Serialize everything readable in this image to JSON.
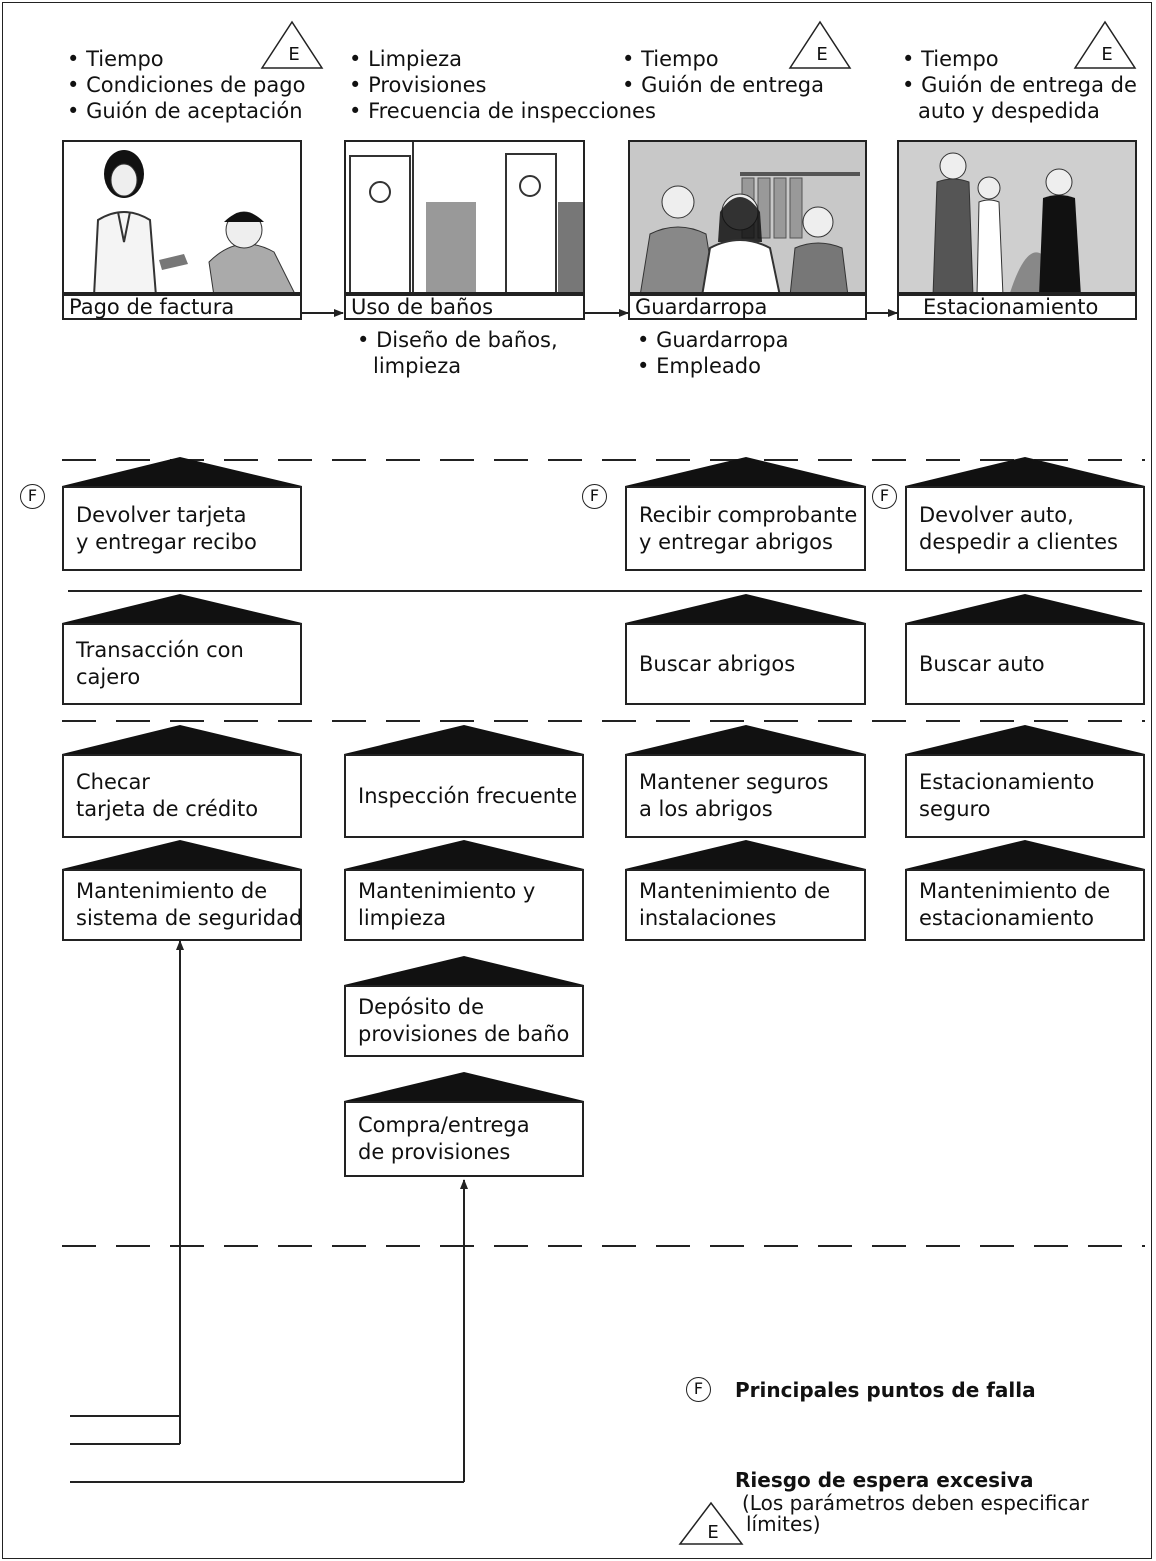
{
  "stages": [
    {
      "bullets": [
        "Tiempo",
        "Condiciones de pago",
        "Guión de aceptación"
      ],
      "caption": "Pago de factura",
      "below": []
    },
    {
      "bullets": [
        "Limpieza",
        "Provisiones",
        "Frecuencia de inspecciones"
      ],
      "caption": "Uso de baños",
      "below": [
        "Diseño de baños,",
        "limpieza"
      ]
    },
    {
      "bullets": [
        "Tiempo",
        "Guión de entrega"
      ],
      "caption": "Guardarropa",
      "below": [
        "Guardarropa",
        "Empleado"
      ]
    },
    {
      "bullets": [
        "Tiempo",
        "Guión de entrega de",
        "auto y despedida"
      ],
      "caption": "Estacionamiento",
      "below": []
    }
  ],
  "wait_marker": "E",
  "fail_marker": "F",
  "onstage": {
    "col1": [
      "Devolver tarjeta",
      "y entregar recibo"
    ],
    "col3": [
      "Recibir comprobante",
      "y entregar abrigos"
    ],
    "col4": [
      "Devolver auto,",
      "despedir a clientes"
    ]
  },
  "row2": {
    "col1": [
      "Transacción con",
      "cajero"
    ],
    "col3": [
      "Buscar abrigos"
    ],
    "col4": [
      "Buscar auto"
    ]
  },
  "backstage": {
    "col1": [
      "Checar",
      "tarjeta de crédito"
    ],
    "col2": [
      "Inspección frecuente"
    ],
    "col3": [
      "Mantener seguros",
      "a los abrigos"
    ],
    "col4": [
      "Estacionamiento",
      "seguro"
    ]
  },
  "support": {
    "col1": [
      "Mantenimiento de",
      "sistema de seguridad"
    ],
    "col2": [
      "Mantenimiento y",
      "limpieza"
    ],
    "col3": [
      "Mantenimiento de",
      "instalaciones"
    ],
    "col4": [
      "Mantenimiento de",
      "estacionamiento"
    ],
    "col2b": [
      "Depósito de",
      "provisiones de baño"
    ],
    "col2c": [
      "Compra/entrega",
      "de provisiones"
    ]
  },
  "legend": {
    "fail": "Principales puntos de falla",
    "wait_title": "Riesgo de espera excesiva",
    "wait_line1": "(Los parámetros deben especificar",
    "wait_line2": "límites)"
  }
}
